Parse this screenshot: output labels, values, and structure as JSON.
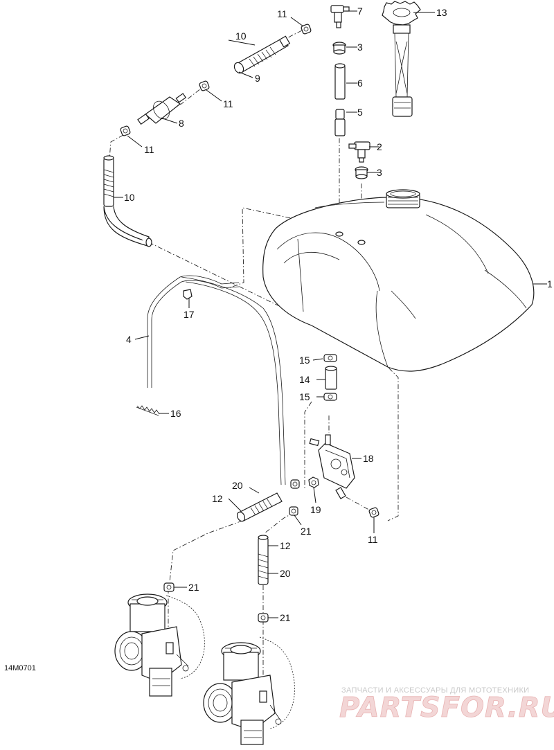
{
  "diagram_code": "14M0701",
  "watermark": {
    "tagline": "ЗАПЧАСТИ И АКСЕССУАРЫ ДЛЯ МОТОТЕХНИКИ",
    "brand": "PARTSFOR.RU"
  },
  "callouts": {
    "c1": "1",
    "c2": "2",
    "c3a": "3",
    "c3b": "3",
    "c4": "4",
    "c5": "5",
    "c6": "6",
    "c7": "7",
    "c8": "8",
    "c9": "9",
    "c10a": "10",
    "c10b": "10",
    "c11a": "11",
    "c11b": "11",
    "c11c": "11",
    "c11d": "11",
    "c12a": "12",
    "c12b": "12",
    "c13": "13",
    "c14": "14",
    "c15a": "15",
    "c15b": "15",
    "c16": "16",
    "c17": "17",
    "c18": "18",
    "c19": "19",
    "c20a": "20",
    "c20b": "20",
    "c21a": "21",
    "c21b": "21",
    "c21c": "21"
  }
}
